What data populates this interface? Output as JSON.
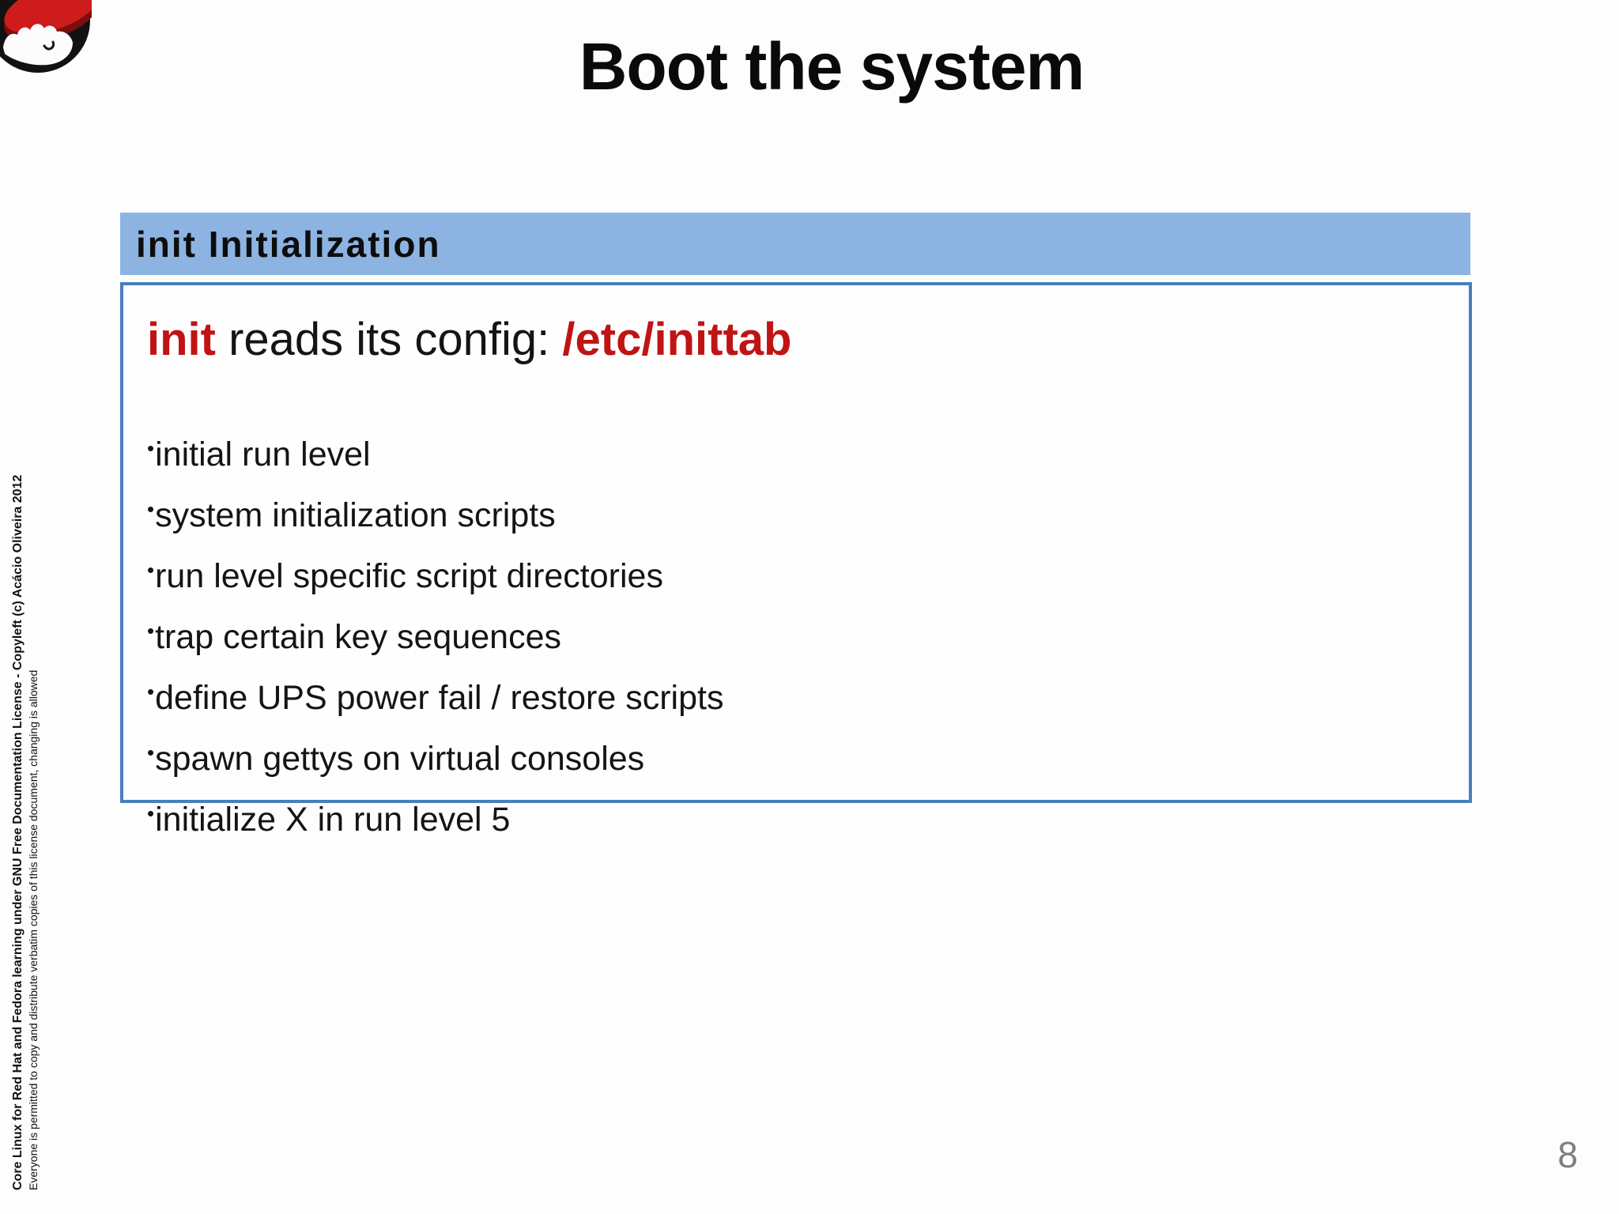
{
  "slide": {
    "title": "Boot the system",
    "page_number": "8",
    "logo_icon": "red-hat-shadowman-logo"
  },
  "panel": {
    "header_label": "init Initialization",
    "heading": {
      "keyword": "init",
      "middle": " reads its config: ",
      "path": "/etc/inittab"
    },
    "bullet_char": "•",
    "bullets": [
      "initial run level",
      "system initialization scripts",
      "run level specific script directories",
      "trap certain key sequences",
      "define UPS power fail / restore scripts",
      "spawn gettys on virtual consoles",
      "initialize X in run level 5"
    ]
  },
  "license": {
    "line1": "Core Linux for Red Hat and Fedora learning under GNU Free Documentation License  - Copyleft (c) Acácio Oliveira 2012",
    "line2": "Everyone is permitted to copy and distribute verbatim copies of this license document, changing is allowed"
  },
  "colors": {
    "header_bar_blue": "#8DB3E2",
    "box_border_blue": "#4A7EBB",
    "accent_red": "#C01414",
    "page_number_gray": "#7F7F7F",
    "hat_red": "#CE1B1B"
  }
}
